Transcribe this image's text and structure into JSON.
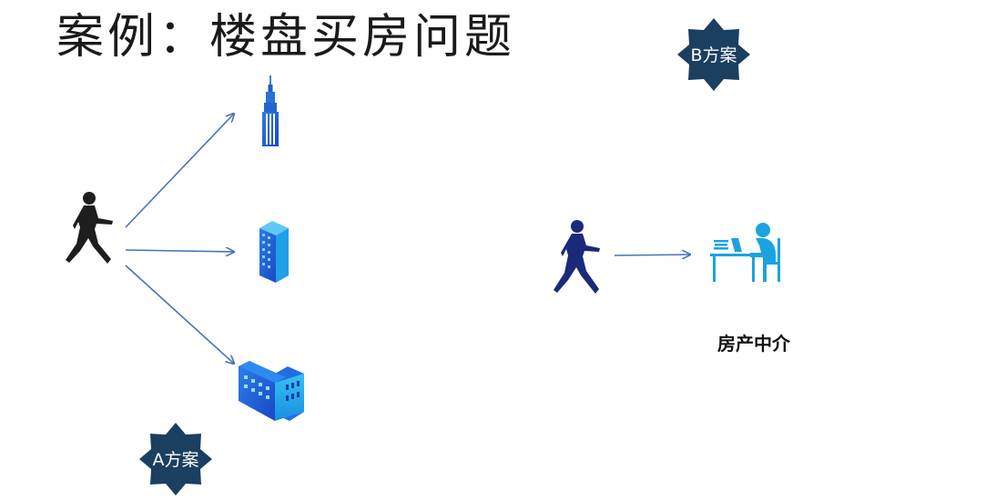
{
  "title": "案例：楼盘买房问题",
  "plan_a": {
    "label": "A方案"
  },
  "plan_b": {
    "label": "B方案"
  },
  "agent": {
    "label": "房产中介"
  },
  "icons": {
    "buyer": "walking-person-icon",
    "tower": "skyscraper-icon",
    "block": "apartment-block-icon",
    "lowrise": "lowrise-building-icon",
    "agent": "agent-at-desk-icon"
  },
  "colors": {
    "arrow": "#4a72b8",
    "badge": "#1b3f5e",
    "buyer_a": "#1e1e1e",
    "buyer_b": "#1a2a7a",
    "agent": "#1aa3e0"
  }
}
